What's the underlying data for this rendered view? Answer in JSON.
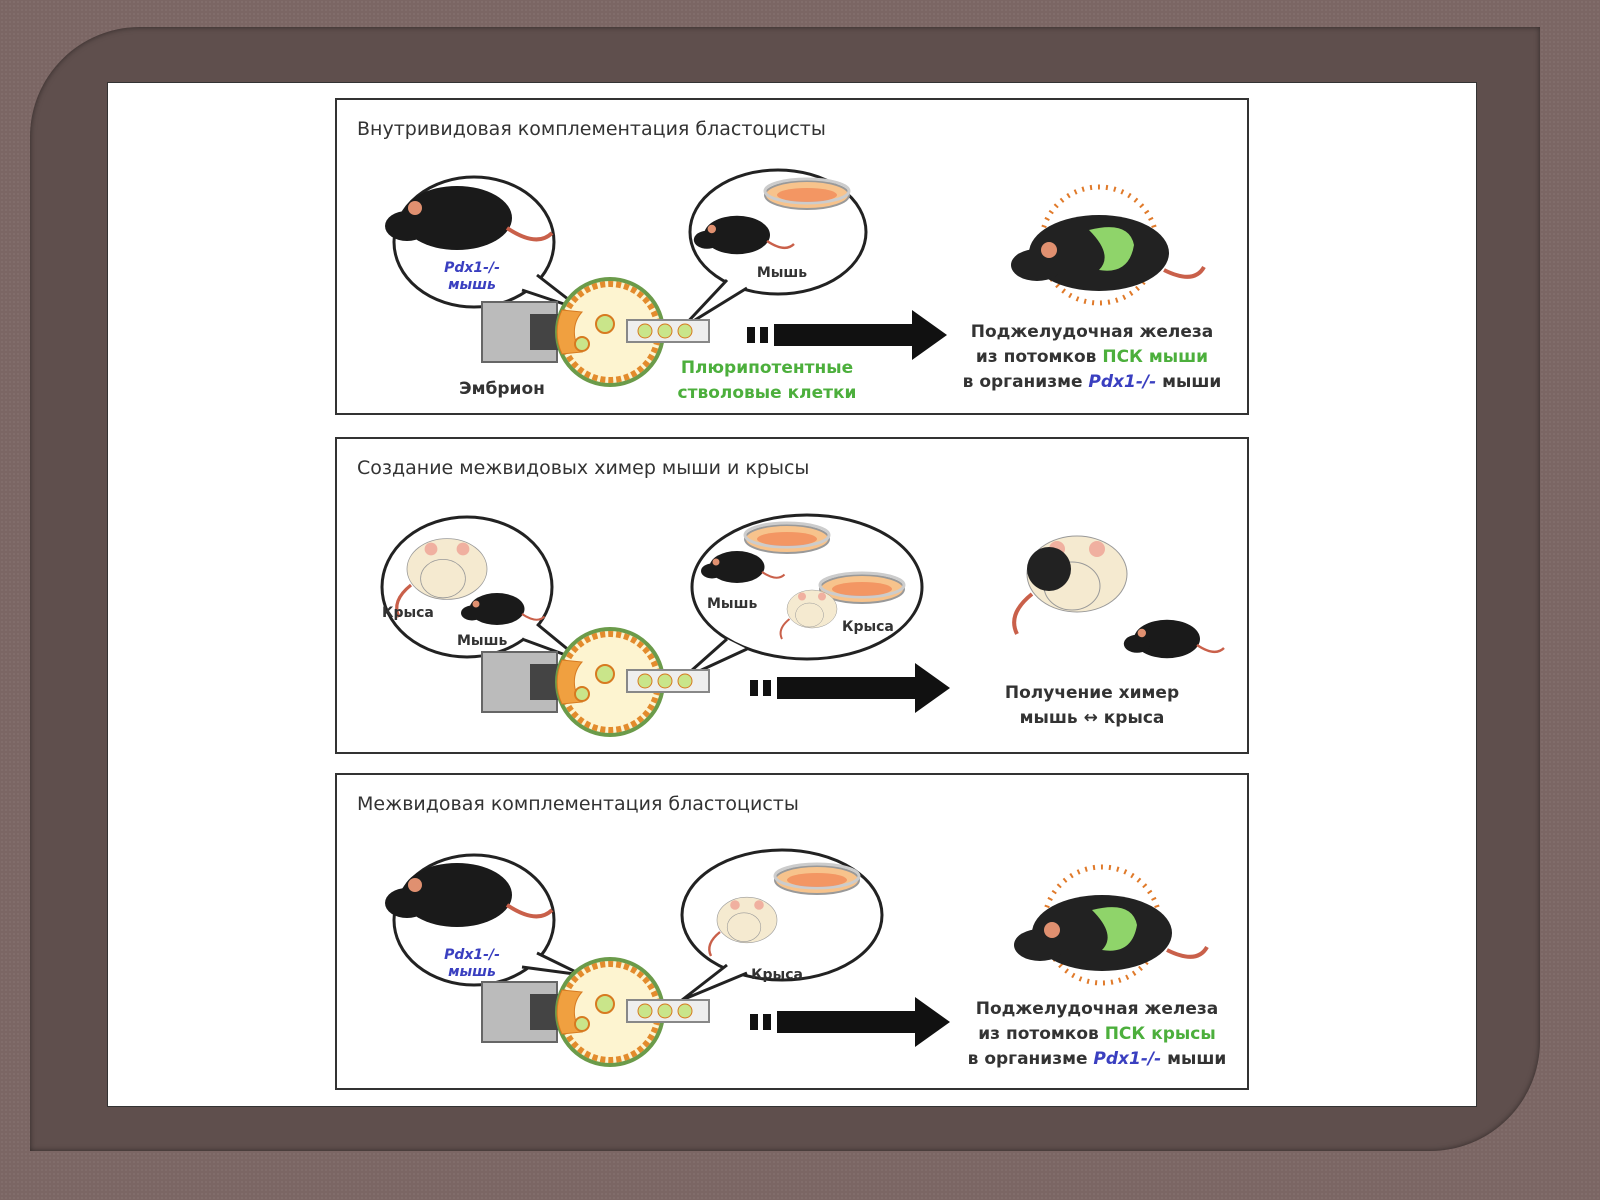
{
  "panels": [
    {
      "title": "Внутривидовая комплементация бластоцисты",
      "left_bubble_label": [
        "Pdx1-/-",
        "мышь"
      ],
      "right_bubble_label": "Мышь",
      "embryo_label": "Эмбрион",
      "psc_label": [
        "Плюрипотентные",
        "стволовые клетки"
      ],
      "result": {
        "line1": "Поджелудочная железа",
        "line2_pre": "из потомков ",
        "line2_green": "ПСК мыши",
        "line3_pre": "в организме ",
        "line3_blue": "Pdx1-/-",
        "line3_post": " мыши"
      }
    },
    {
      "title": "Создание межвидовых химер мыши и крысы",
      "left_bubble_labels": [
        "Крыса",
        "Мышь"
      ],
      "right_bubble_labels": [
        "Мышь",
        "Крыса"
      ],
      "result": {
        "line1": "Получение химер",
        "line2": "мышь ↔ крыса"
      }
    },
    {
      "title": "Межвидовая комплементация бластоцисты",
      "left_bubble_label": [
        "Pdx1-/-",
        "мышь"
      ],
      "right_bubble_label": "Крыса",
      "result": {
        "line1": "Поджелудочная железа",
        "line2_pre": "из потомков ",
        "line2_green": "ПСК крысы",
        "line3_pre": "в организме ",
        "line3_blue": "Pdx1-/-",
        "line3_post": " мыши"
      }
    }
  ],
  "colors": {
    "frame": "#5f4f4d",
    "background": "#7b6664",
    "green": "#4caf3c",
    "blue": "#3a3fc0",
    "orange": "#e07a2a"
  }
}
